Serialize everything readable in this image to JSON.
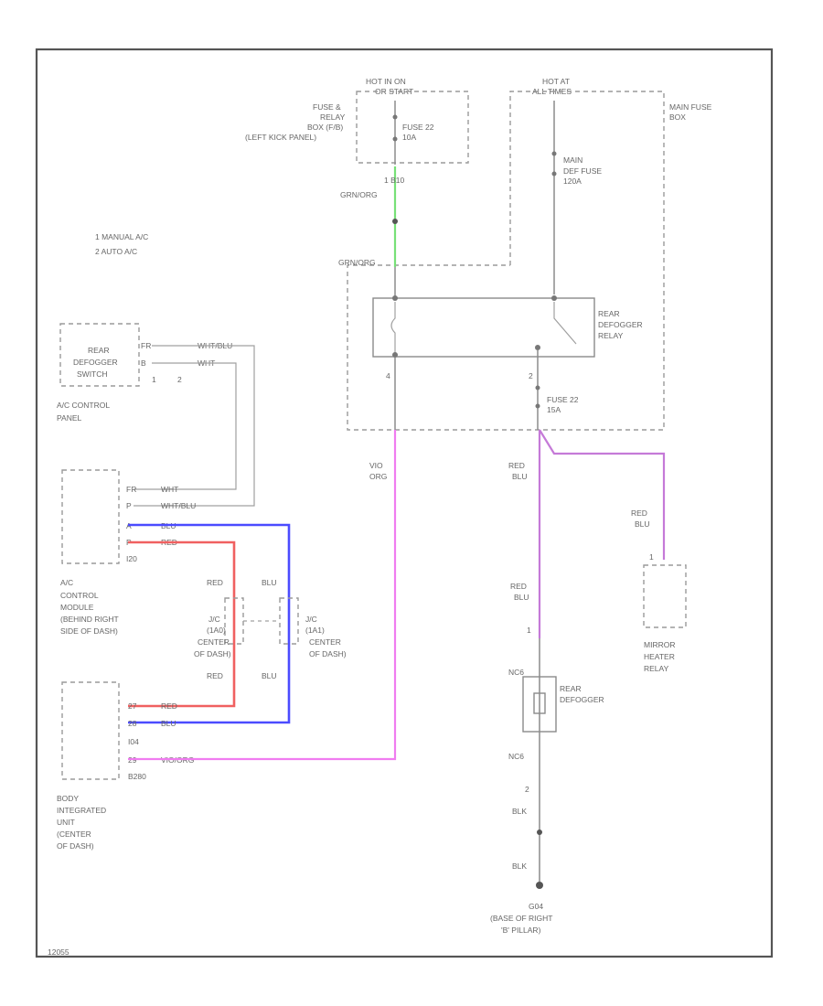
{
  "legend": {
    "items": [
      "1 MANUAL A/C",
      "2 AUTO A/C"
    ]
  },
  "top": {
    "hot_in_run": [
      "HOT IN ON",
      "OR START"
    ],
    "hot_at_all_times": [
      "HOT AT",
      "ALL TIMES"
    ],
    "fuse_relay_box": [
      "FUSE &",
      "RELAY",
      "BOX (F/B)",
      "(LEFT KICK PANEL)"
    ],
    "fuse22_top": [
      "FUSE 22",
      "10A"
    ],
    "main_fuse_box": [
      "MAIN FUSE",
      "BOX"
    ],
    "main_def_fuse": [
      "MAIN",
      "DEF FUSE",
      "120A"
    ],
    "pin_1_10": "1 B10",
    "grn_org": "GRN/ORG",
    "grn_org_2": "GRN/ORG"
  },
  "relay": {
    "label": [
      "REAR",
      "DEFOGGER",
      "RELAY"
    ],
    "pin_4": "4",
    "pin_2": "2",
    "fuse22_lower": [
      "FUSE 22",
      "15A"
    ]
  },
  "switch": {
    "label": [
      "REAR",
      "DEFOGGER",
      "SWITCH"
    ],
    "pins": [
      "FR",
      "B"
    ],
    "wire_codes": [
      "WHT/BLU",
      "WHT"
    ],
    "small_nums": [
      "1",
      "2"
    ],
    "panel_label": [
      "A/C CONTROL",
      "PANEL"
    ]
  },
  "acmodule": {
    "pins": [
      "FR",
      "P",
      "A",
      "P"
    ],
    "wires": [
      "WHT",
      "WHT/BLU",
      "BLU",
      "RED"
    ],
    "conn": "I20",
    "label": [
      "A/C",
      "CONTROL",
      "MODULE",
      "(BEHIND RIGHT",
      "SIDE OF DASH)"
    ]
  },
  "joints": {
    "left": [
      "J/C",
      "(1A0)",
      "CENTER",
      "OF DASH)"
    ],
    "right": [
      "J/C",
      "(1A1)",
      "CENTER",
      "OF DASH)"
    ],
    "red": "RED",
    "blu": "BLU"
  },
  "wires": {
    "vio_org": [
      "VIO",
      "ORG"
    ],
    "red_blu": [
      "RED",
      "BLU"
    ],
    "red_blu_right": [
      "RED",
      "BLU"
    ],
    "red_blu_mid": [
      "RED",
      "BLU"
    ],
    "pin_1_mirror": "1",
    "pin_1_def": "1"
  },
  "bcm": {
    "pins": [
      "27",
      "28",
      "",
      "29"
    ],
    "wires": [
      "RED",
      "BLU",
      "I04",
      "VIO/ORG"
    ],
    "conn": "B280",
    "label": [
      "BODY",
      "INTEGRATED",
      "UNIT",
      "(CENTER",
      "OF DASH)"
    ]
  },
  "defogger": {
    "label": [
      "REAR",
      "DEFOGGER"
    ],
    "nc_top": "NC6",
    "nc_bot": "NC6",
    "pin_2": "2",
    "blk1": "BLK",
    "blk2": "BLK"
  },
  "mirror": {
    "label": [
      "MIRROR",
      "HEATER",
      "RELAY"
    ]
  },
  "ground": {
    "name": "G04",
    "desc": [
      "(BASE OF RIGHT",
      "'B' PILLAR)"
    ]
  },
  "footer": {
    "code": "12055"
  }
}
